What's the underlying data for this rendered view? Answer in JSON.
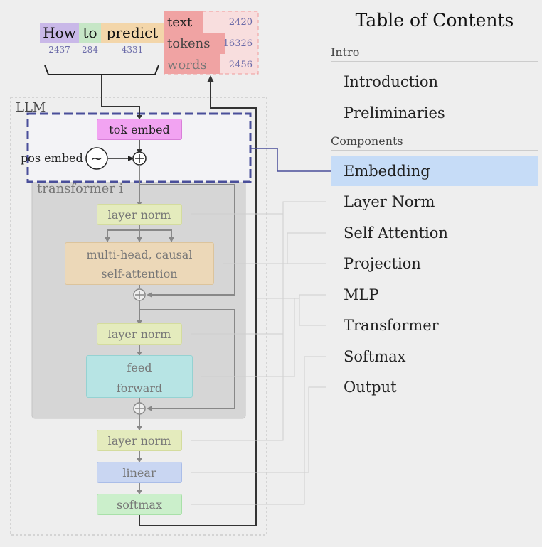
{
  "input_tokens": [
    {
      "text": "How",
      "id": "2437",
      "color": "#c9b8e8"
    },
    {
      "text": "to",
      "id": "284",
      "color": "#c6e6c6"
    },
    {
      "text": "predict",
      "id": "4331",
      "color": "#f3d6aa"
    }
  ],
  "output_candidates": [
    {
      "text": "text",
      "value": "2420"
    },
    {
      "text": "tokens",
      "value": "16326"
    },
    {
      "text": "words",
      "value": "2456"
    }
  ],
  "diagram": {
    "llm_label": "LLM",
    "tok_embed": "tok embed",
    "pos_embed": "pos embed",
    "transformer_label": "transformer i",
    "layer_norm": "layer norm",
    "attention_line1": "multi-head, causal",
    "attention_line2": "self-attention",
    "feed_line1": "feed",
    "feed_line2": "forward",
    "linear": "linear",
    "softmax": "softmax"
  },
  "toc": {
    "title": "Table of Contents",
    "sections": [
      {
        "label": "Intro",
        "items": [
          "Introduction",
          "Preliminaries"
        ]
      },
      {
        "label": "Components",
        "items": [
          "Embedding",
          "Layer Norm",
          "Self Attention",
          "Projection",
          "MLP",
          "Transformer",
          "Softmax",
          "Output"
        ]
      }
    ],
    "active": "Embedding"
  },
  "colors": {
    "accent": "#4a4f9a",
    "highlight": "#c6dcf7",
    "tok_embed": "#f2a3f2",
    "layer_norm": "#e4ebbd",
    "attention": "#ecd8b8",
    "feed_forward": "#b7e4e4",
    "linear": "#c9d6f2",
    "softmax": "#cbefcb"
  }
}
